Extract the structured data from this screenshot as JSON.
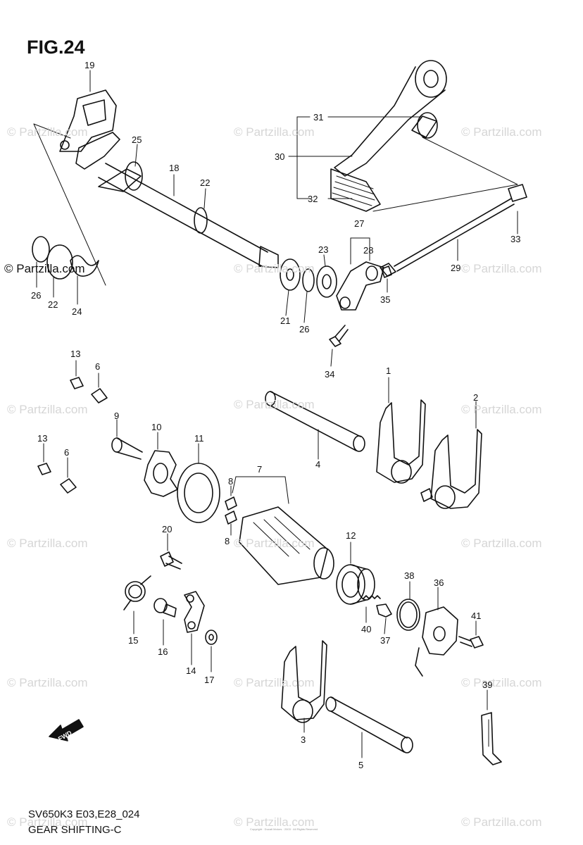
{
  "figure": {
    "title": "FIG.24",
    "model_code": "SV650K3 E03,E28_024",
    "section_name": "GEAR SHIFTING-C",
    "forward_label": "FWD"
  },
  "watermark": {
    "text": "© Partzilla.com",
    "left_text": "© Partzilla.com"
  },
  "copyright_text": "Copyright · Ducati Motors · 2003 · All Rights Reserved",
  "parts": [
    {
      "id": "label-1",
      "num": "1"
    },
    {
      "id": "label-2",
      "num": "2"
    },
    {
      "id": "label-3",
      "num": "3"
    },
    {
      "id": "label-4",
      "num": "4"
    },
    {
      "id": "label-5",
      "num": "5"
    },
    {
      "id": "label-6a",
      "num": "6"
    },
    {
      "id": "label-6b",
      "num": "6"
    },
    {
      "id": "label-7",
      "num": "7"
    },
    {
      "id": "label-8a",
      "num": "8"
    },
    {
      "id": "label-8b",
      "num": "8"
    },
    {
      "id": "label-9",
      "num": "9"
    },
    {
      "id": "label-10",
      "num": "10"
    },
    {
      "id": "label-11",
      "num": "11"
    },
    {
      "id": "label-12",
      "num": "12"
    },
    {
      "id": "label-13a",
      "num": "13"
    },
    {
      "id": "label-13b",
      "num": "13"
    },
    {
      "id": "label-14",
      "num": "14"
    },
    {
      "id": "label-15",
      "num": "15"
    },
    {
      "id": "label-16",
      "num": "16"
    },
    {
      "id": "label-17",
      "num": "17"
    },
    {
      "id": "label-18",
      "num": "18"
    },
    {
      "id": "label-19",
      "num": "19"
    },
    {
      "id": "label-20",
      "num": "20"
    },
    {
      "id": "label-21",
      "num": "21"
    },
    {
      "id": "label-22a",
      "num": "22"
    },
    {
      "id": "label-22b",
      "num": "22"
    },
    {
      "id": "label-23",
      "num": "23"
    },
    {
      "id": "label-24",
      "num": "24"
    },
    {
      "id": "label-25",
      "num": "25"
    },
    {
      "id": "label-26a",
      "num": "26"
    },
    {
      "id": "label-26b",
      "num": "26"
    },
    {
      "id": "label-27",
      "num": "27"
    },
    {
      "id": "label-28",
      "num": "28"
    },
    {
      "id": "label-29",
      "num": "29"
    },
    {
      "id": "label-30",
      "num": "30"
    },
    {
      "id": "label-31",
      "num": "31"
    },
    {
      "id": "label-32",
      "num": "32"
    },
    {
      "id": "label-33",
      "num": "33"
    },
    {
      "id": "label-34",
      "num": "34"
    },
    {
      "id": "label-35",
      "num": "35"
    },
    {
      "id": "label-36",
      "num": "36"
    },
    {
      "id": "label-37",
      "num": "37"
    },
    {
      "id": "label-38",
      "num": "38"
    },
    {
      "id": "label-39",
      "num": "39"
    },
    {
      "id": "label-40",
      "num": "40"
    },
    {
      "id": "label-41",
      "num": "41"
    }
  ]
}
